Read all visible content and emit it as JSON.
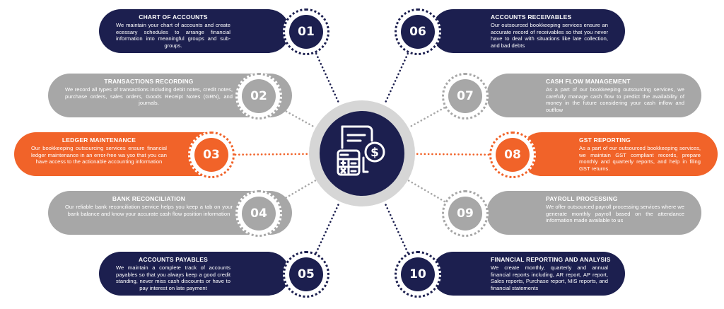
{
  "colors": {
    "navy": "#1c1f4f",
    "gray": "#a7a7a7",
    "orange": "#f16329",
    "hub_ring": "#d6d6d6",
    "background": "#ffffff"
  },
  "hub": {
    "icon": "invoice-calculator-dollar-icon"
  },
  "services": [
    {
      "number": "01",
      "color": "navy",
      "title": "CHART OF ACCOUNTS",
      "description": "We maintain your chart of accounts and create ecessary schedules to arrange financial information into meaningful groups and sub-groups."
    },
    {
      "number": "02",
      "color": "gray",
      "title": "TRANSACTIONS RECORDING",
      "description": "We record all types of transactions including debit notes, credit notes, purchase orders, sales orders, Goods Receipt Notes (GRN), and journals."
    },
    {
      "number": "03",
      "color": "orange",
      "title": "LEDGER MAINTENANCE",
      "description": "Our bookkeeping outsourcing services ensure financial ledger maintenance in an error-free wa yso that you can have access to the actionable accounting information"
    },
    {
      "number": "04",
      "color": "gray",
      "title": "BANK RECONCILIATION",
      "description": "Our reliable bank reconciliation service helps you keep a tab on your bank balance and know your accurate cash flow position information"
    },
    {
      "number": "05",
      "color": "navy",
      "title": "ACCOUNTS PAYABLES",
      "description": "We maintain a complete track of accounts payables so that you always keep a good credit standing, never miss cash discounts or have to pay interest on late payment"
    },
    {
      "number": "06",
      "color": "navy",
      "title": "ACCOUNTS RECEIVABLES",
      "description": "Our outsourced bookkeeping services ensure an accurate record of receivables so that you never have to deal with situations like late collection, and bad debts"
    },
    {
      "number": "07",
      "color": "gray",
      "title": "CASH FLOW MANAGEMENT",
      "description": "As a part of our bookkeeping outsourcing services, we carefully manage cash flow to predict the availability of money in the future considering your cash inflow and outflow"
    },
    {
      "number": "08",
      "color": "orange",
      "title": "GST REPORTING",
      "description": "As a part of our outsourced bookkeeping services, we maintain GST compliant records, prepare monthly and quarterly reports, and help in filing GST returns."
    },
    {
      "number": "09",
      "color": "gray",
      "title": "PAYROLL PROCESSING",
      "description": "We offer outsourced payroll processing services where we generate monthly payroll based on the attendance information made available to us"
    },
    {
      "number": "10",
      "color": "navy",
      "title": "FINANCIAL REPORTING AND ANALYSIS",
      "description": "We create monthly, quarterly and annual financial reports including, AR report, AP report, Sales reports, Purchase report, MIS reports, and financial statements"
    }
  ]
}
